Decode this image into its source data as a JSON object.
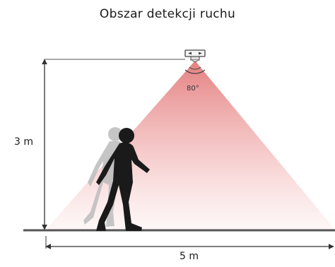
{
  "title": "Obszar detekcji ruchu",
  "height_label": "3 m",
  "width_label": "5 m",
  "angle_label": "80°",
  "colors": {
    "cone": "#e06a6a",
    "ground": "#555555",
    "dimension_line": "#333333",
    "person": "#1a1a1a",
    "person_shadow": "#b8b8b8"
  },
  "icons": [
    "motion-sensor-icon",
    "person-walking-icon"
  ]
}
